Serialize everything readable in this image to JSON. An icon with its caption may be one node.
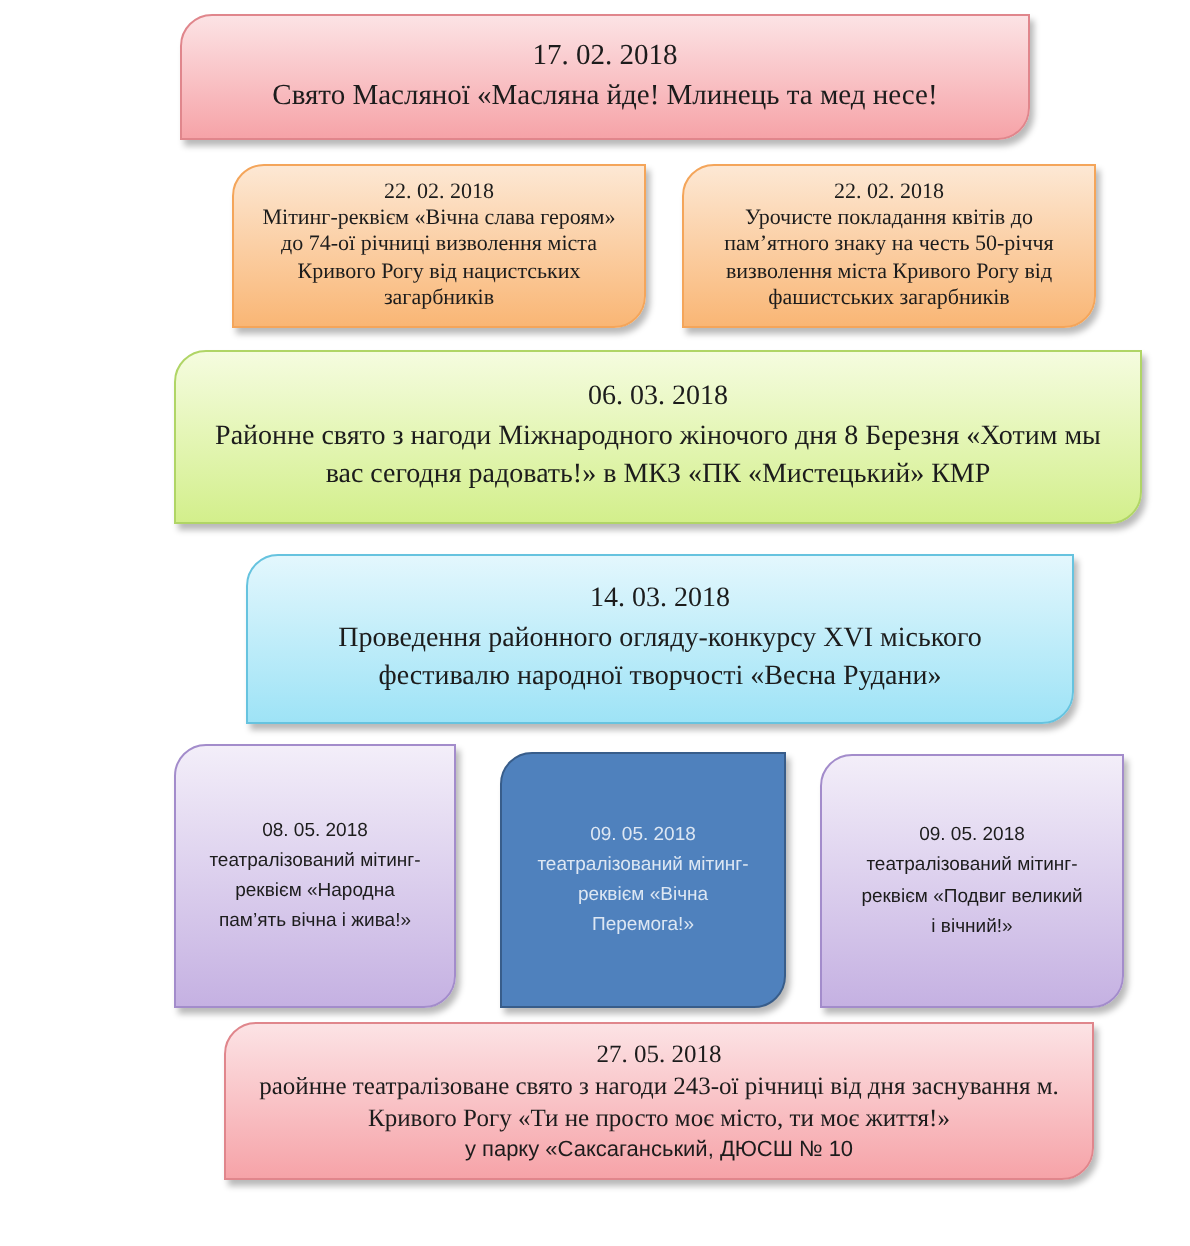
{
  "diagram": {
    "nodes": [
      {
        "text": [
          "17. 02. 2018",
          "Свято Масляної «Масляна йде! Млинець та мед несе!"
        ]
      },
      {
        "text": [
          "22. 02. 2018",
          "Мітинг-реквієм «Вічна слава героям» до 74-ої річниці визволення міста Кривого Рогу від нацистських загарбників"
        ]
      },
      {
        "text": [
          "22. 02. 2018",
          "Урочисте покладання квітів до пам’ятного знаку на честь 50-річчя визволення міста Кривого Рогу від фашистських загарбників"
        ]
      },
      {
        "text": [
          "06. 03. 2018",
          "Районне свято з нагоди Міжнародного жіночого дня 8 Березня «Хотим мы вас сегодня радовать!» в МКЗ «ПК «Мистецький» КМР"
        ]
      },
      {
        "text": [
          "14. 03. 2018",
          "Проведення районного огляду-конкурсу XVI міського фестивалю народної творчості «Весна Рудани»"
        ]
      },
      {
        "text": [
          "08. 05. 2018",
          "театралізований мітинг-реквієм «Народна пам’ять вічна і жива!»"
        ]
      },
      {
        "text": [
          "09. 05. 2018",
          "театралізований мітинг-реквієм «Вічна Перемога!»"
        ]
      },
      {
        "text": [
          "09. 05. 2018",
          "театралізований мітинг-реквієм «Подвиг великий і вічний!»"
        ]
      },
      {
        "text": [
          "27. 05. 2018",
          "раойнне театралізоване свято з нагоди 243-ої річниці від дня заснування м. Кривого Рогу «Ти не просто моє місто, ти моє життя!»",
          "у парку «Саксаганський, ДЮСШ № 10"
        ]
      }
    ]
  }
}
